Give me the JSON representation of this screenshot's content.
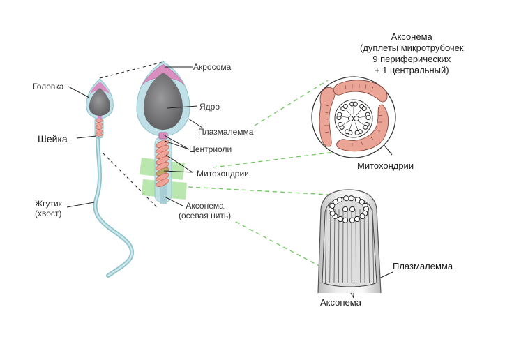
{
  "labels": {
    "head": "Головка",
    "neck": "Шейка",
    "flagellum_line1": "Жгутик",
    "flagellum_line2": "(хвост)",
    "acrosome": "Акросома",
    "nucleus": "Ядро",
    "plasmalemma_top": "Плазмалемма",
    "centrioles": "Центриоли",
    "mitochondria_mid": "Митохондрии",
    "axoneme_mid_line1": "Аксонема",
    "axoneme_mid_line2": "(осевая нить)",
    "cross_title_line1": "Аксонема",
    "cross_title_line2": "(дуплеты микротрубочек",
    "cross_title_line3": "9 периферических",
    "cross_title_line4": "+ 1 центральный)",
    "cross_mitochondria": "Митохондрии",
    "longitudinal_plasmalemma": "Плазмалемма",
    "longitudinal_axoneme": "Аксонема"
  },
  "colors": {
    "membrane": "#bfe0e6",
    "membrane_stroke": "#8fc3cc",
    "nucleus": "#7a7a7c",
    "acrosome": "#d98fbf",
    "mitochondria": "#eea396",
    "highlight_band": "#a8e19a",
    "guide_line": "#6cc95a"
  }
}
